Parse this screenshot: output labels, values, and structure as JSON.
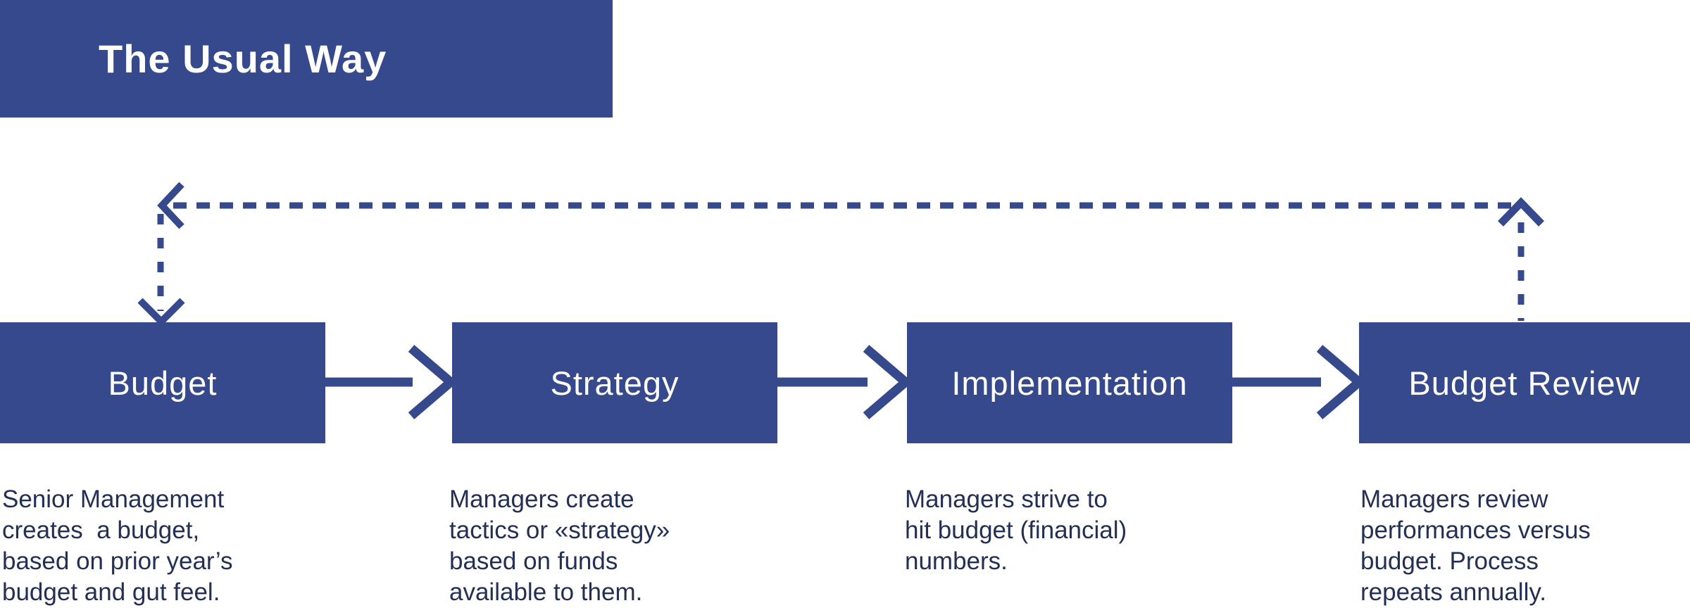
{
  "title": "The Usual Way",
  "colors": {
    "primary_blue": "#35498C",
    "description_text": "#242F55",
    "label_text": "#FFFFFF",
    "background": "#FFFFFF"
  },
  "stages": [
    {
      "label": "Budget",
      "description": "Senior Management\ncreates  a budget,\nbased on prior year’s\nbudget and gut feel."
    },
    {
      "label": "Strategy",
      "description": "Managers create\ntactics or «strategy»\nbased on funds\navailable to them."
    },
    {
      "label": "Implementation",
      "description": "Managers strive to\nhit budget (financial)\nnumbers."
    },
    {
      "label": "Budget Review",
      "description": "Managers review\nperformances versus\nbudget. Process\nrepeats annually."
    }
  ],
  "connectors": {
    "forward_arrows": [
      "budget-to-strategy",
      "strategy-to-implementation",
      "implementation-to-budget-review"
    ],
    "feedback_loop": "budget-review-to-budget (dashed, annual repeat)"
  }
}
